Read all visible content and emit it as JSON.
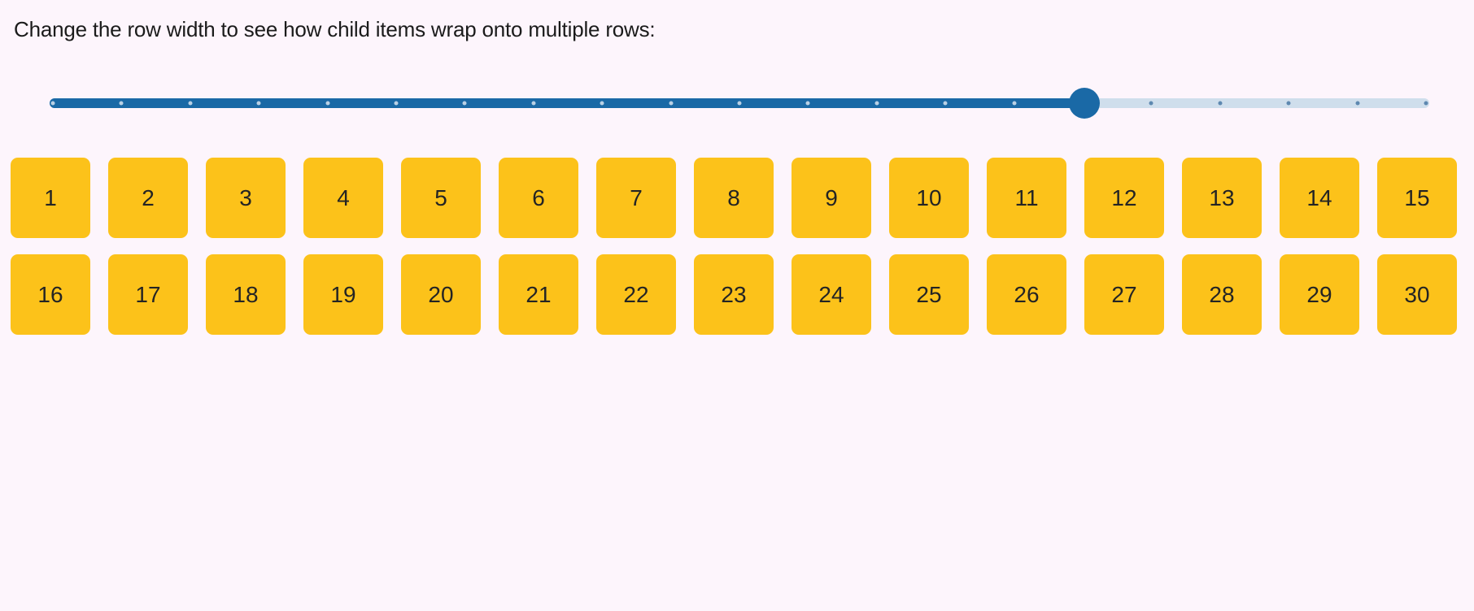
{
  "page": {
    "background": "#fdf5fc",
    "text_color": "#1b1b1b"
  },
  "header": {
    "label": "Change the row width to see how child items wrap onto multiple rows:"
  },
  "slider": {
    "percent": 75.1,
    "tick_count": 21,
    "colors": {
      "fill": "#1a69a6",
      "thumb": "#1a69a6",
      "rail": "#cfdeec",
      "tick_on_fill": "#b9d0e5",
      "tick_on_rail": "#5e88b0"
    }
  },
  "grid": {
    "item_color": "#fcc21a",
    "item_text_color": "#242424",
    "items": [
      "1",
      "2",
      "3",
      "4",
      "5",
      "6",
      "7",
      "8",
      "9",
      "10",
      "11",
      "12",
      "13",
      "14",
      "15",
      "16",
      "17",
      "18",
      "19",
      "20",
      "21",
      "22",
      "23",
      "24",
      "25",
      "26",
      "27",
      "28",
      "29",
      "30"
    ]
  }
}
